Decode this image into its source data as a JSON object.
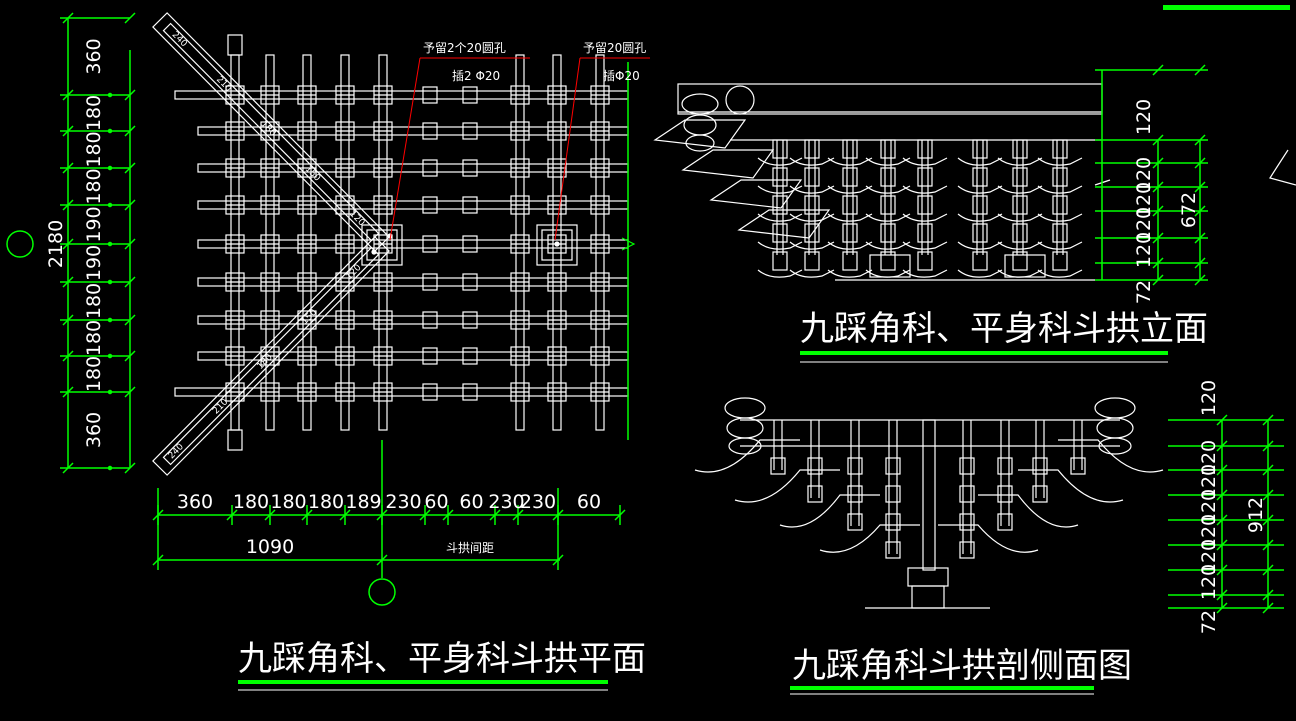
{
  "colors": {
    "line": "#ffffff",
    "dimension": "#00ff00",
    "leader": "#ff0000",
    "background": "#000000"
  },
  "plan": {
    "title": "九踩角科、平身科斗拱平面",
    "left_total": "2180",
    "left_dims": [
      "360",
      "180",
      "180",
      "180",
      "190",
      "190",
      "180",
      "180",
      "180",
      "360"
    ],
    "bottom_dims": [
      "360",
      "180",
      "180",
      "180",
      "189",
      "230",
      "60",
      "60",
      "230",
      "230",
      "60"
    ],
    "bottom_total": "1090",
    "bottom_note": "斗拱间距",
    "member_labels": [
      "240",
      "210",
      "180",
      "150",
      "120",
      "120",
      "150",
      "180",
      "210",
      "240"
    ],
    "note1_line1": "予留2个20圆孔",
    "note1_line2": "插2 Φ20",
    "note2_line1": "予留20圆孔",
    "note2_line2": "插Φ20"
  },
  "elevation": {
    "title": "九踩角科、平身科斗拱立面",
    "dims": [
      "120",
      "120",
      "120",
      "120",
      "120",
      "72"
    ],
    "total": "672"
  },
  "section": {
    "title": "九踩角科斗拱剖侧面图",
    "dims": [
      "120",
      "120",
      "120",
      "120",
      "120",
      "120",
      "120",
      "72"
    ],
    "total": "912"
  }
}
